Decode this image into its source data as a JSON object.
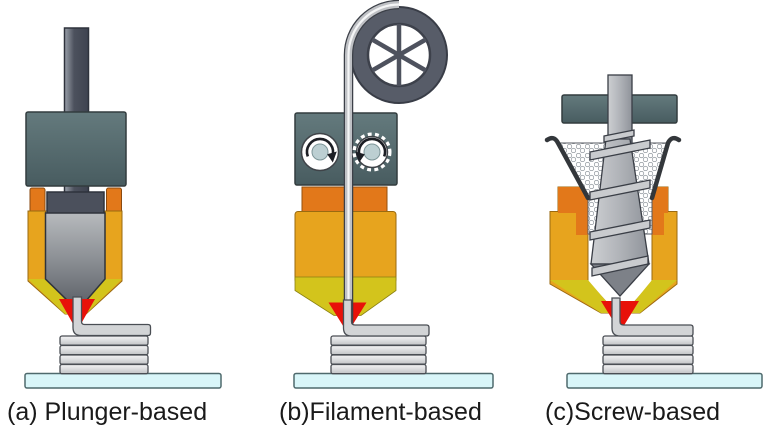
{
  "panels": [
    {
      "id": "a",
      "caption": "(a) Plunger-based",
      "components": [
        "plunger-rod",
        "drive-block",
        "heated-barrel",
        "material-reservoir",
        "nozzle",
        "extruded-strand",
        "printed-layers",
        "build-plate"
      ]
    },
    {
      "id": "b",
      "caption": "(b)Filament-based",
      "components": [
        "filament-spool",
        "filament",
        "drive-roller",
        "drive-gear",
        "feeder-block",
        "heated-barrel",
        "nozzle",
        "extruded-strand",
        "printed-layers",
        "build-plate"
      ]
    },
    {
      "id": "c",
      "caption": "(c)Screw-based",
      "components": [
        "motor-mount",
        "extrusion-screw",
        "pellet-hopper",
        "pellets",
        "heated-barrel",
        "nozzle",
        "extruded-strand",
        "printed-layers",
        "build-plate"
      ]
    }
  ],
  "colors": {
    "background": "#ffffff",
    "slate_block": "#50666a",
    "barrel_gold": "#e7a41e",
    "barrel_dark_orange": "#e2781a",
    "barrel_yellow_tip": "#d3c41c",
    "nozzle_red": "#e81109",
    "metal_dark": "#4b505c",
    "metal_light": "#b6b9bd",
    "spool_gray": "#575c68",
    "layer_gray": "#d9dadc",
    "plate_cyan": "#d9f6f9",
    "caption_text": "#1a1a1a"
  }
}
